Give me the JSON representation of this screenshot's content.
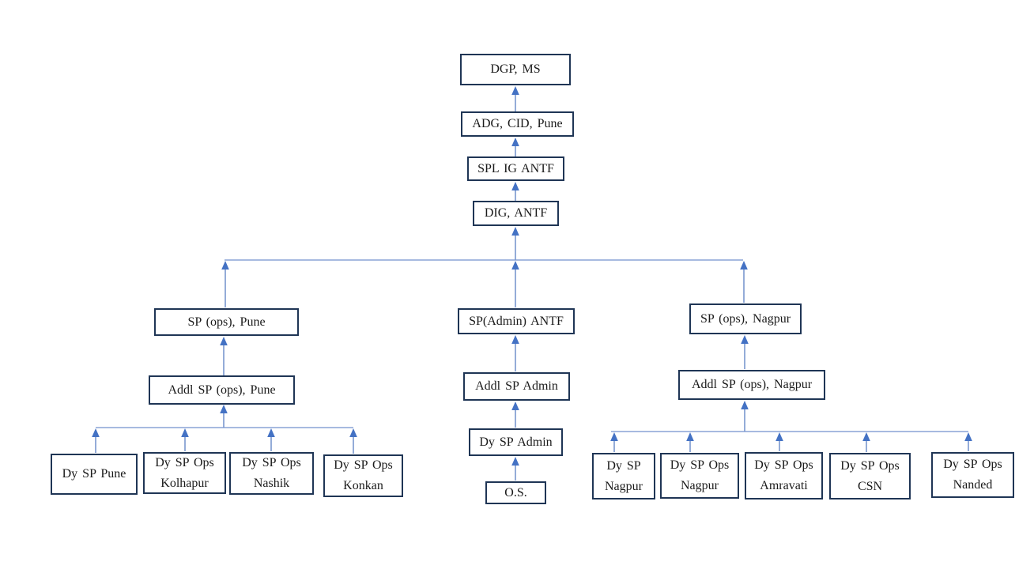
{
  "org_chart": {
    "type": "org-hierarchy-diagram",
    "colors": {
      "box_border": "#1f3555",
      "connector_line": "#7a97cf",
      "arrowhead": "#4472c4",
      "text": "#1a1a1a",
      "background": "#ffffff"
    },
    "nodes": {
      "dgp_ms": {
        "label": "DGP, MS"
      },
      "adg_cid_pune": {
        "label": "ADG, CID, Pune"
      },
      "spl_ig_antf": {
        "label": "SPL IG ANTF"
      },
      "dig_antf": {
        "label": "DIG, ANTF"
      },
      "sp_ops_pune": {
        "label": "SP (ops), Pune"
      },
      "sp_admin_antf": {
        "label": "SP(Admin) ANTF"
      },
      "sp_ops_nagpur": {
        "label": "SP (ops), Nagpur"
      },
      "addl_sp_ops_pune": {
        "label": "Addl SP (ops), Pune"
      },
      "addl_sp_admin": {
        "label": "Addl SP Admin"
      },
      "addl_sp_ops_nagpur": {
        "label": "Addl SP (ops), Nagpur"
      },
      "dy_sp_pune": {
        "label": "Dy SP Pune"
      },
      "dy_sp_ops_kolhapur": {
        "label": "Dy SP Ops Kolhapur"
      },
      "dy_sp_ops_nashik": {
        "label": "Dy SP Ops Nashik"
      },
      "dy_sp_ops_konkan": {
        "label": "Dy SP Ops Konkan"
      },
      "dy_sp_admin": {
        "label": "Dy SP Admin"
      },
      "os": {
        "label": "O.S."
      },
      "dy_sp_nagpur": {
        "label": "Dy SP Nagpur"
      },
      "dy_sp_ops_nagpur": {
        "label": "Dy SP Ops Nagpur"
      },
      "dy_sp_ops_amravati": {
        "label": "Dy SP Ops Amravati"
      },
      "dy_sp_ops_csn": {
        "label": "Dy SP Ops CSN"
      },
      "dy_sp_ops_nanded": {
        "label": "Dy SP Ops Nanded"
      }
    },
    "edges": [
      {
        "from": "adg_cid_pune",
        "to": "dgp_ms"
      },
      {
        "from": "spl_ig_antf",
        "to": "adg_cid_pune"
      },
      {
        "from": "dig_antf",
        "to": "spl_ig_antf"
      },
      {
        "from": "sp_ops_pune",
        "to": "dig_antf"
      },
      {
        "from": "sp_admin_antf",
        "to": "dig_antf"
      },
      {
        "from": "sp_ops_nagpur",
        "to": "dig_antf"
      },
      {
        "from": "addl_sp_ops_pune",
        "to": "sp_ops_pune"
      },
      {
        "from": "addl_sp_admin",
        "to": "sp_admin_antf"
      },
      {
        "from": "addl_sp_ops_nagpur",
        "to": "sp_ops_nagpur"
      },
      {
        "from": "dy_sp_pune",
        "to": "addl_sp_ops_pune"
      },
      {
        "from": "dy_sp_ops_kolhapur",
        "to": "addl_sp_ops_pune"
      },
      {
        "from": "dy_sp_ops_nashik",
        "to": "addl_sp_ops_pune"
      },
      {
        "from": "dy_sp_ops_konkan",
        "to": "addl_sp_ops_pune"
      },
      {
        "from": "dy_sp_admin",
        "to": "addl_sp_admin"
      },
      {
        "from": "os",
        "to": "dy_sp_admin"
      },
      {
        "from": "dy_sp_nagpur",
        "to": "addl_sp_ops_nagpur"
      },
      {
        "from": "dy_sp_ops_nagpur",
        "to": "addl_sp_ops_nagpur"
      },
      {
        "from": "dy_sp_ops_amravati",
        "to": "addl_sp_ops_nagpur"
      },
      {
        "from": "dy_sp_ops_csn",
        "to": "addl_sp_ops_nagpur"
      },
      {
        "from": "dy_sp_ops_nanded",
        "to": "addl_sp_ops_nagpur"
      }
    ]
  }
}
